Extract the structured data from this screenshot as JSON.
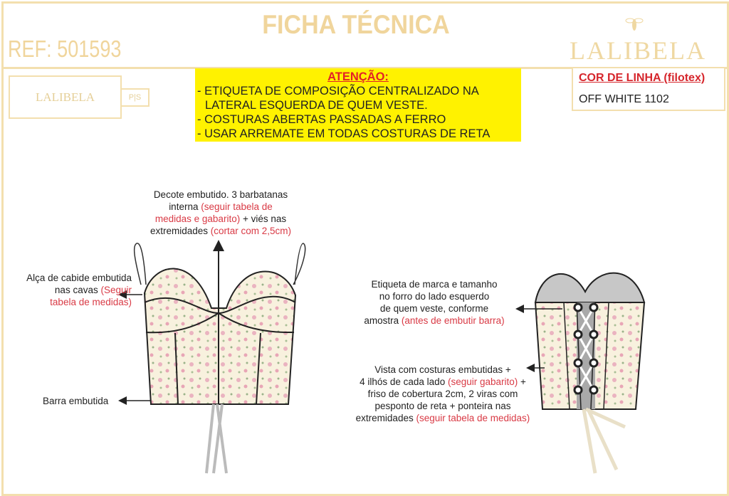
{
  "header": {
    "title": "FICHA TÉCNICA",
    "ref": "REF: 501593",
    "brand": "LALIBELA"
  },
  "label": {
    "brand": "LALIBELA",
    "size": "P|S"
  },
  "attention": {
    "title": "ATENÇÃO:",
    "lines": [
      "- ETIQUETA DE COMPOSIÇÃO CENTRALIZADO NA",
      "  LATERAL ESQUERDA DE QUEM VESTE.",
      "- COSTURAS ABERTAS PASSADAS A FERRO",
      "- USAR ARREMATE EM TODAS COSTURAS DE RETA"
    ]
  },
  "thread": {
    "title": "COR DE LINHA (filotex)",
    "value": "OFF WHITE 1102"
  },
  "colors": {
    "gold": "#f0d59c",
    "yellow": "#fff200",
    "red": "#d93a45"
  },
  "notes": {
    "decote": [
      "Decote embutido. 3 barbatanas",
      "interna ",
      "(seguir tabela de",
      "medidas e gabarito)",
      " + viés nas",
      "extremidades ",
      "(cortar com 2,5cm)"
    ],
    "alca": [
      "Alça de cabide embutida",
      "nas cavas ",
      "(Seguir",
      "tabela de medidas)"
    ],
    "barra": "Barra embutida",
    "etiqueta": [
      "Etiqueta de marca e tamanho",
      "no forro do lado esquerdo",
      "de quem veste, conforme",
      "amostra ",
      "(antes de embutir barra)"
    ],
    "vista": [
      "Vista com costuras embutidas +",
      "4 ilhós de cada lado ",
      "(seguir gabarito)",
      " +",
      "friso de cobertura 2cm, 2 viras com",
      "pesponto de reta + ponteira nas",
      "extremidades ",
      "(seguir tabela de medidas)"
    ]
  }
}
